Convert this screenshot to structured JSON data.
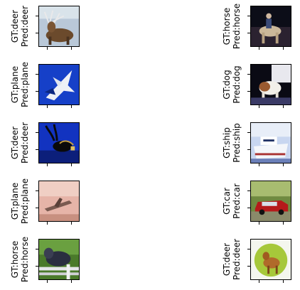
{
  "chart_data": {
    "type": "image-grid",
    "rows": 5,
    "cols": 2,
    "panels": [
      {
        "gt": "GT:deer",
        "pred": "Pred:deer",
        "thumb": "deer-antlers-icon"
      },
      {
        "gt": "GT:horse",
        "pred": "Pred:horse",
        "thumb": "horse-rider-icon"
      },
      {
        "gt": "GT:plane",
        "pred": "Pred:plane",
        "thumb": "jet-blue-sky-icon"
      },
      {
        "gt": "GT:dog",
        "pred": "Pred:dog",
        "thumb": "dog-dark-bg-icon"
      },
      {
        "gt": "GT:deer",
        "pred": "Pred:deer",
        "thumb": "deer-blue-bg-icon"
      },
      {
        "gt": "GT:ship",
        "pred": "Pred:ship",
        "thumb": "ship-white-icon"
      },
      {
        "gt": "GT:plane",
        "pred": "Pred:plane",
        "thumb": "plane-pink-ground-icon"
      },
      {
        "gt": "GT:car",
        "pred": "Pred:car",
        "thumb": "red-car-icon"
      },
      {
        "gt": "GT:horse",
        "pred": "Pred:horse",
        "thumb": "horse-fence-icon"
      },
      {
        "gt": "GT:deer",
        "pred": "Pred:deer",
        "thumb": "deer-green-bg-icon"
      }
    ]
  }
}
